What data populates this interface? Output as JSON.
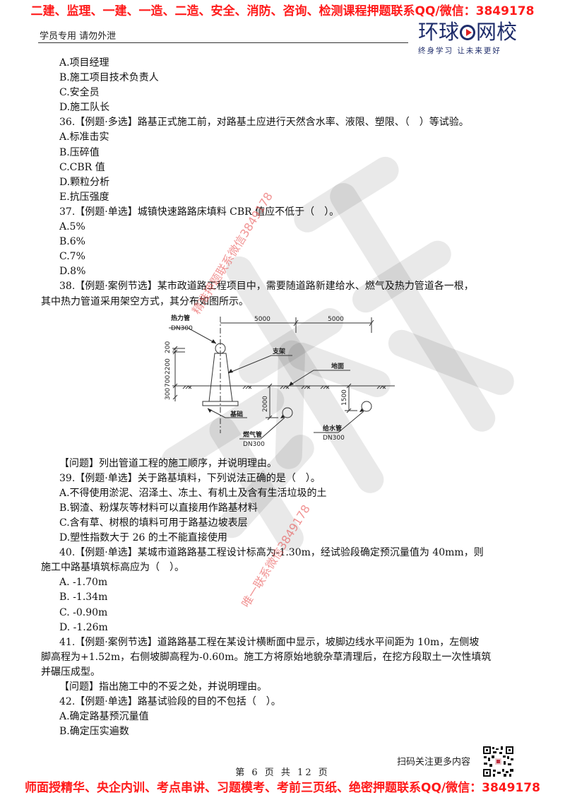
{
  "banners": {
    "top": "二建、监理、一建、一造、二造、安全、消防、咨询、检测课程押题联系QQ/微信：3849178",
    "bottom": "师面授精华、央企内训、考点串讲、习题模考、考前三页纸、绝密押题联系QQ/微信：3849178"
  },
  "header": {
    "left_text": "学员专用 请勿外泄",
    "logo": {
      "part1": "环球",
      "part2": "网校",
      "slogan": "终身学习 让未来更好"
    }
  },
  "watermarks": {
    "upper": "精准押题联系微信3849178",
    "lower": "唯一联系微信3849178",
    "background_logo": "环球网校"
  },
  "content": {
    "q35_options": [
      "A.项目经理",
      "B.施工项目技术负责人",
      "C.安全员",
      "D.施工队长"
    ],
    "q36": {
      "stem": "36.【例题·多选】路基正式施工前，对路基土应进行天然含水率、液限、塑限、（　）等试验。",
      "options": [
        "A.标准击实",
        "B.压碎值",
        "C.CBR 值",
        "D.颗粒分析",
        "E.抗压强度"
      ]
    },
    "q37": {
      "stem": "37.【例题·单选】城镇快速路路床填料 CBR 值应不低于（　）。",
      "options": [
        "A.5%",
        "B.6%",
        "C.7%",
        "D.8%"
      ]
    },
    "q38": {
      "stem_line1": "38.【例题·案例节选】某市政道路工程项目中，需要随道路新建给水、燃气及热力管道各一根，",
      "stem_line2": "其中热力管道采用架空方式，其分布如图所示。",
      "question": "【问题】列出管道工程的施工顺序，并说明理由。"
    },
    "figure": {
      "heat_pipe": "热力管",
      "heat_pipe_size": "DN300",
      "support": "支架",
      "ground": "地面",
      "foundation": "基础",
      "gas_pipe": "燃气管",
      "gas_pipe_size": "DN300",
      "water_pipe": "给水管",
      "water_pipe_size": "DN300",
      "dim_span1": "5000",
      "dim_span2": "5000",
      "dim_v_200": "200",
      "dim_v_2200": "2200",
      "dim_v_700": "700",
      "dim_v_300": "300",
      "dim_gas_depth": "2000",
      "dim_water_depth": "1500"
    },
    "q39": {
      "stem": "39.【例题·单选】关于路基填料，下列说法正确的是（　）。",
      "options": [
        "A.不得使用淤泥、沼泽土、冻土、有机土及含有生活垃圾的土",
        "B.钢渣、粉煤灰等材料可以直接用作路基材料",
        "C.含有草、树根的填料可用于路基边坡表层",
        "D.塑性指数大于 26 的土不能直接使用"
      ]
    },
    "q40": {
      "stem_line1": "40.【例题·单选】某城市道路路基工程设计标高为-1.30m，经试验段确定预沉量值为 40mm，则",
      "stem_line2": "施工中路基填筑标高应为（　）。",
      "options": [
        "A.  -1.70m",
        "B.  -1.34m",
        "C.  -0.90m",
        "D.  -1.26m"
      ]
    },
    "q41": {
      "stem_line1": "41.【例题·案例节选】道路路基工程在某设计横断面中显示，坡脚边线水平间距为 10m，左侧坡",
      "stem_line2": "脚高程为+1.52m，右侧坡脚高程为-0.60m。施工方将原始地貌杂草清理后，在挖方段取土一次性填筑",
      "stem_line3": "并碾压成型。",
      "question": "【问题】指出施工中的不妥之处，并说明理由。"
    },
    "q42": {
      "stem": "42.【例题·单选】路基试验段的目的不包括（　）。",
      "options": [
        "A.确定路基预沉量值",
        "B.确定压实遍数"
      ]
    }
  },
  "footer": {
    "page_label": "第 6 页 共 12 页",
    "scan_text": "扫码关注更多内容"
  }
}
